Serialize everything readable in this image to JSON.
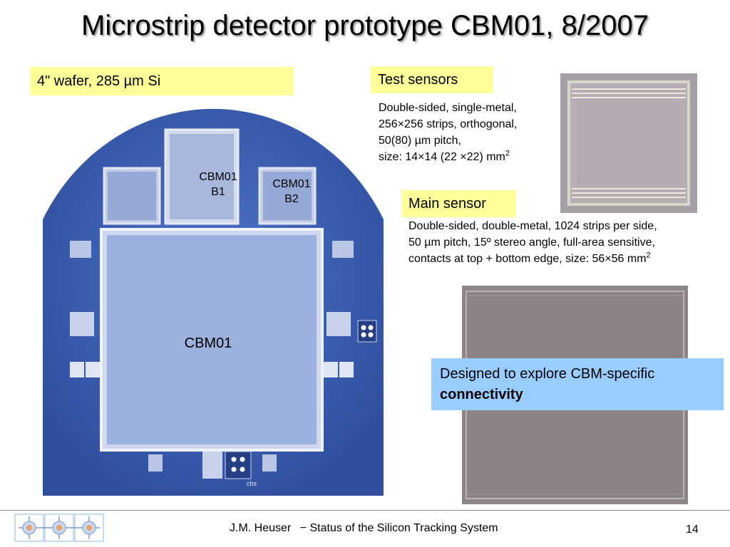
{
  "title": "Microstrip detector prototype CBM01, 8/2007",
  "wafer": {
    "label": "4\" wafer, 285 µm Si",
    "b1_line1": "CBM01",
    "b1_line2": "B1",
    "b2_line1": "CBM01",
    "b2_line2": "B2",
    "main_label": "CBM01",
    "chip_mark": "cbs"
  },
  "test_sensors": {
    "heading": "Test sensors",
    "line1": "Double-sided, single-metal,",
    "line2": "256×256 strips, orthogonal,",
    "line3": "50(80) µm pitch,",
    "line4_a": "size: 14×14 (22 ×22) mm",
    "line4_sup": "2"
  },
  "main_sensor": {
    "heading": "Main sensor",
    "line1": "Double-sided, double-metal, 1024 strips per side,",
    "line2": "50 µm pitch, 15º stereo angle, full-area sensitive,",
    "line3_a": "contacts at top + bottom edge, size: 56×56 mm",
    "line3_sup": "2"
  },
  "callout": {
    "line1": "Designed to explore CBM-specific",
    "line2": "connectivity"
  },
  "footer": {
    "author": "J.M. Heuser",
    "separator": "−",
    "talk": "Status of the Silicon Tracking System",
    "page": "14"
  }
}
